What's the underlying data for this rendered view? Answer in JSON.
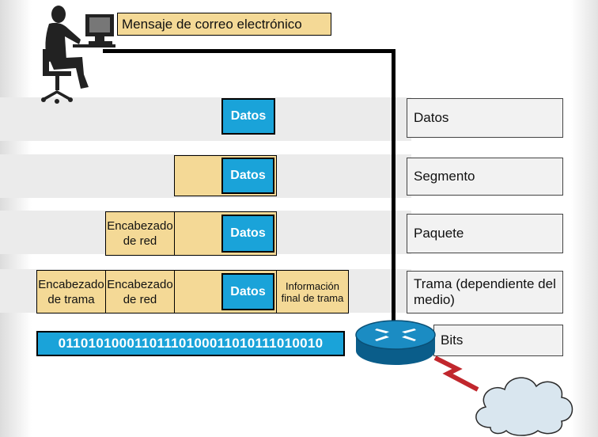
{
  "message_label": "Mensaje de correo electrónico",
  "pdu_rows": {
    "datos": {
      "data_box": "Datos",
      "label": "Datos"
    },
    "segmento": {
      "data_box": "Datos",
      "label": "Segmento"
    },
    "paquete": {
      "network_header": "Encabezado de red",
      "data_box": "Datos",
      "label": "Paquete"
    },
    "trama": {
      "frame_header": "Encabezado de trama",
      "network_header": "Encabezado de red",
      "data_box": "Datos",
      "frame_trailer": "Información final de trama",
      "label": "Trama (dependiente del medio)"
    },
    "bits": {
      "bitstream": "01101010001101110100011010111010010",
      "label": "Bits"
    }
  },
  "icons": [
    "person-at-computer-icon",
    "router-icon",
    "lightning-link-icon",
    "cloud-icon"
  ],
  "colors": {
    "data_blue": "#1aa3d9",
    "header_tan": "#f4d996",
    "band_gray": "#ebebeb"
  }
}
